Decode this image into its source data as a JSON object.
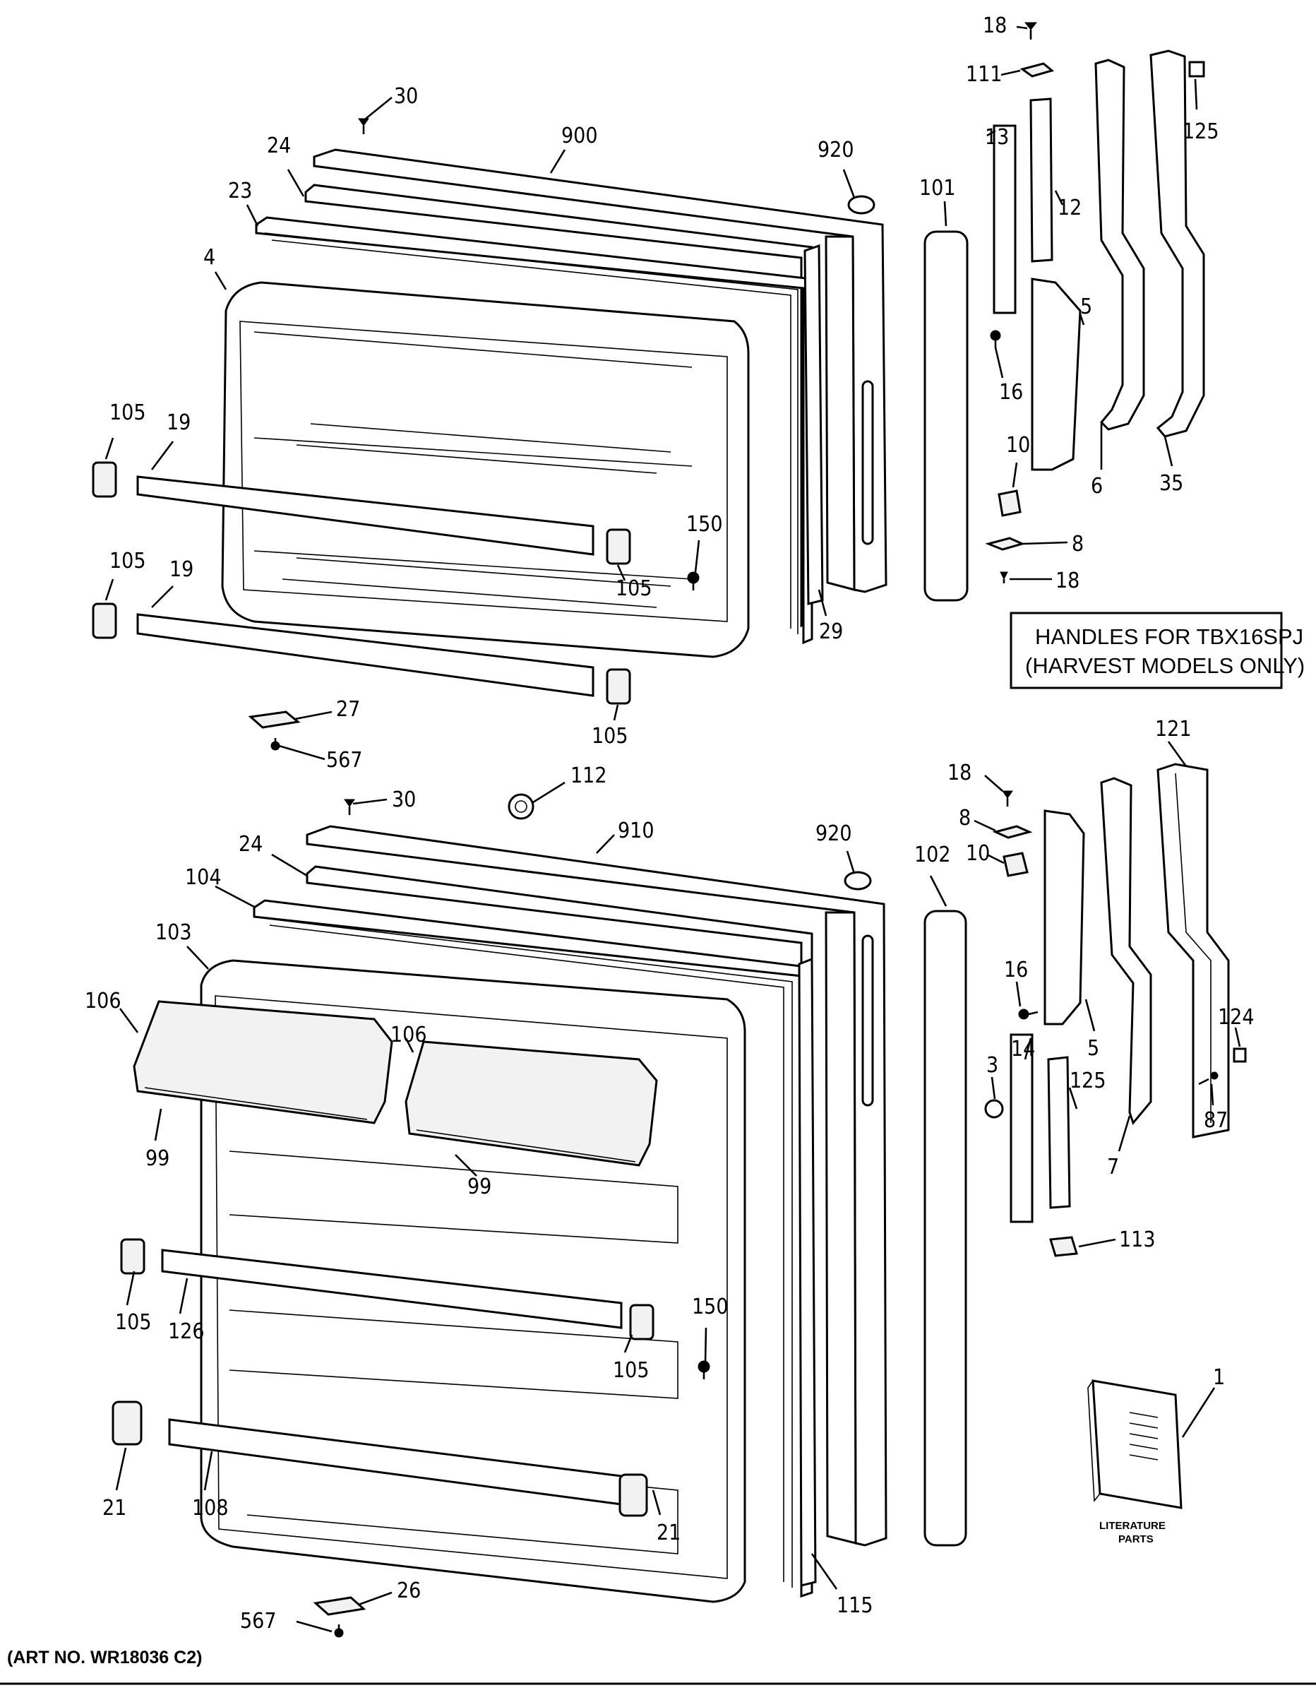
{
  "diagram": {
    "top_assembly": {
      "callouts": [
        "30",
        "900",
        "920",
        "24",
        "23",
        "4",
        "105",
        "19",
        "105",
        "105",
        "19",
        "105",
        "150",
        "29",
        "101",
        "27",
        "567"
      ]
    },
    "top_handles": {
      "callouts": [
        "18",
        "111",
        "13",
        "12",
        "125",
        "5",
        "16",
        "6",
        "35",
        "10",
        "8",
        "18"
      ]
    },
    "harvest_box": {
      "line1": "HANDLES FOR TBX16SPJ",
      "line2": "(HARVEST MODELS ONLY)"
    },
    "bottom_assembly": {
      "callouts": [
        "30",
        "112",
        "910",
        "920",
        "24",
        "104",
        "103",
        "106",
        "106",
        "99",
        "99",
        "105",
        "126",
        "150",
        "105",
        "21",
        "108",
        "21",
        "115",
        "102",
        "26",
        "567"
      ]
    },
    "bottom_handles": {
      "callouts": [
        "121",
        "18",
        "8",
        "10",
        "16",
        "5",
        "14",
        "125",
        "124",
        "87",
        "3",
        "7",
        "113"
      ]
    },
    "literature": {
      "callout": "1",
      "line1": "LITERATURE",
      "line2": "PARTS"
    },
    "art_number": "(ART NO. WR18036 C2)"
  }
}
